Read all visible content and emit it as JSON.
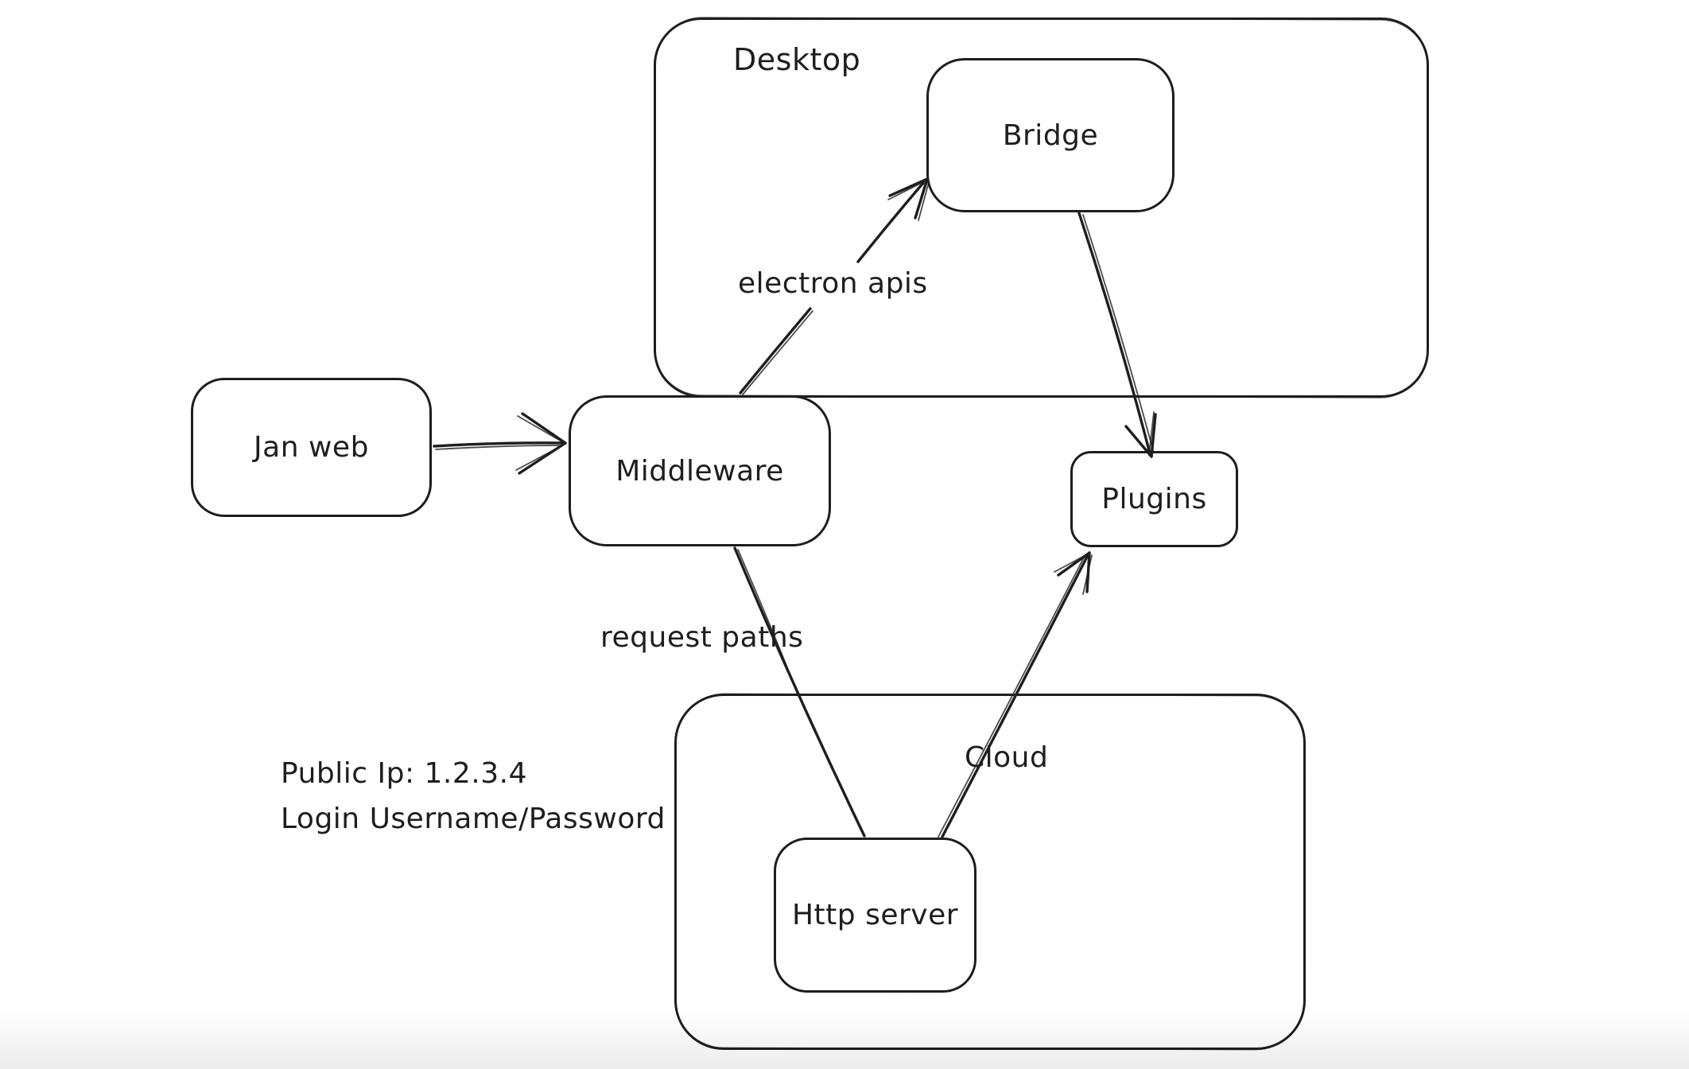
{
  "canvas": {
    "background_color": "#ffffff",
    "stroke_color": "#1e1e1e"
  },
  "containers": {
    "desktop": {
      "label": "Desktop"
    },
    "cloud": {
      "label": "Cloud"
    }
  },
  "nodes": {
    "jan_web": {
      "label": "Jan web"
    },
    "middleware": {
      "label": "Middleware"
    },
    "bridge": {
      "label": "Bridge"
    },
    "plugins": {
      "label": "Plugins"
    },
    "http_server": {
      "label": "Http server"
    }
  },
  "edge_labels": {
    "electron_apis": "electron apis",
    "request_paths": "request paths"
  },
  "annotations": {
    "line1": "Public Ip: 1.2.3.4",
    "line2": "Login Username/Password"
  }
}
